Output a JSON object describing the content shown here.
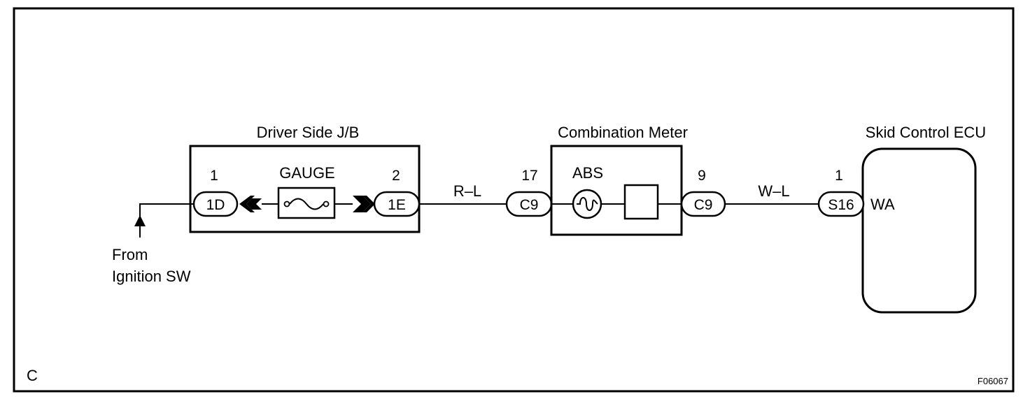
{
  "diagram": {
    "driver_jb": {
      "title": "Driver Side J/B",
      "fuse_label": "GAUGE"
    },
    "meter": {
      "title": "Combination Meter",
      "lamp_label": "ABS"
    },
    "ecu": {
      "title": "Skid Control ECU",
      "terminal_label": "WA"
    },
    "source": {
      "line1": "From",
      "line2": "Ignition SW"
    },
    "connectors": {
      "c1": {
        "name": "1D",
        "pin": "1"
      },
      "c2": {
        "name": "1E",
        "pin": "2"
      },
      "c3": {
        "name": "C9",
        "pin": "17"
      },
      "c4": {
        "name": "C9",
        "pin": "9"
      },
      "c5": {
        "name": "S16",
        "pin": "1"
      }
    },
    "wires": {
      "w1": "R–L",
      "w2": "W–L"
    },
    "corner_letter": "C",
    "figure_code": "F06067"
  }
}
